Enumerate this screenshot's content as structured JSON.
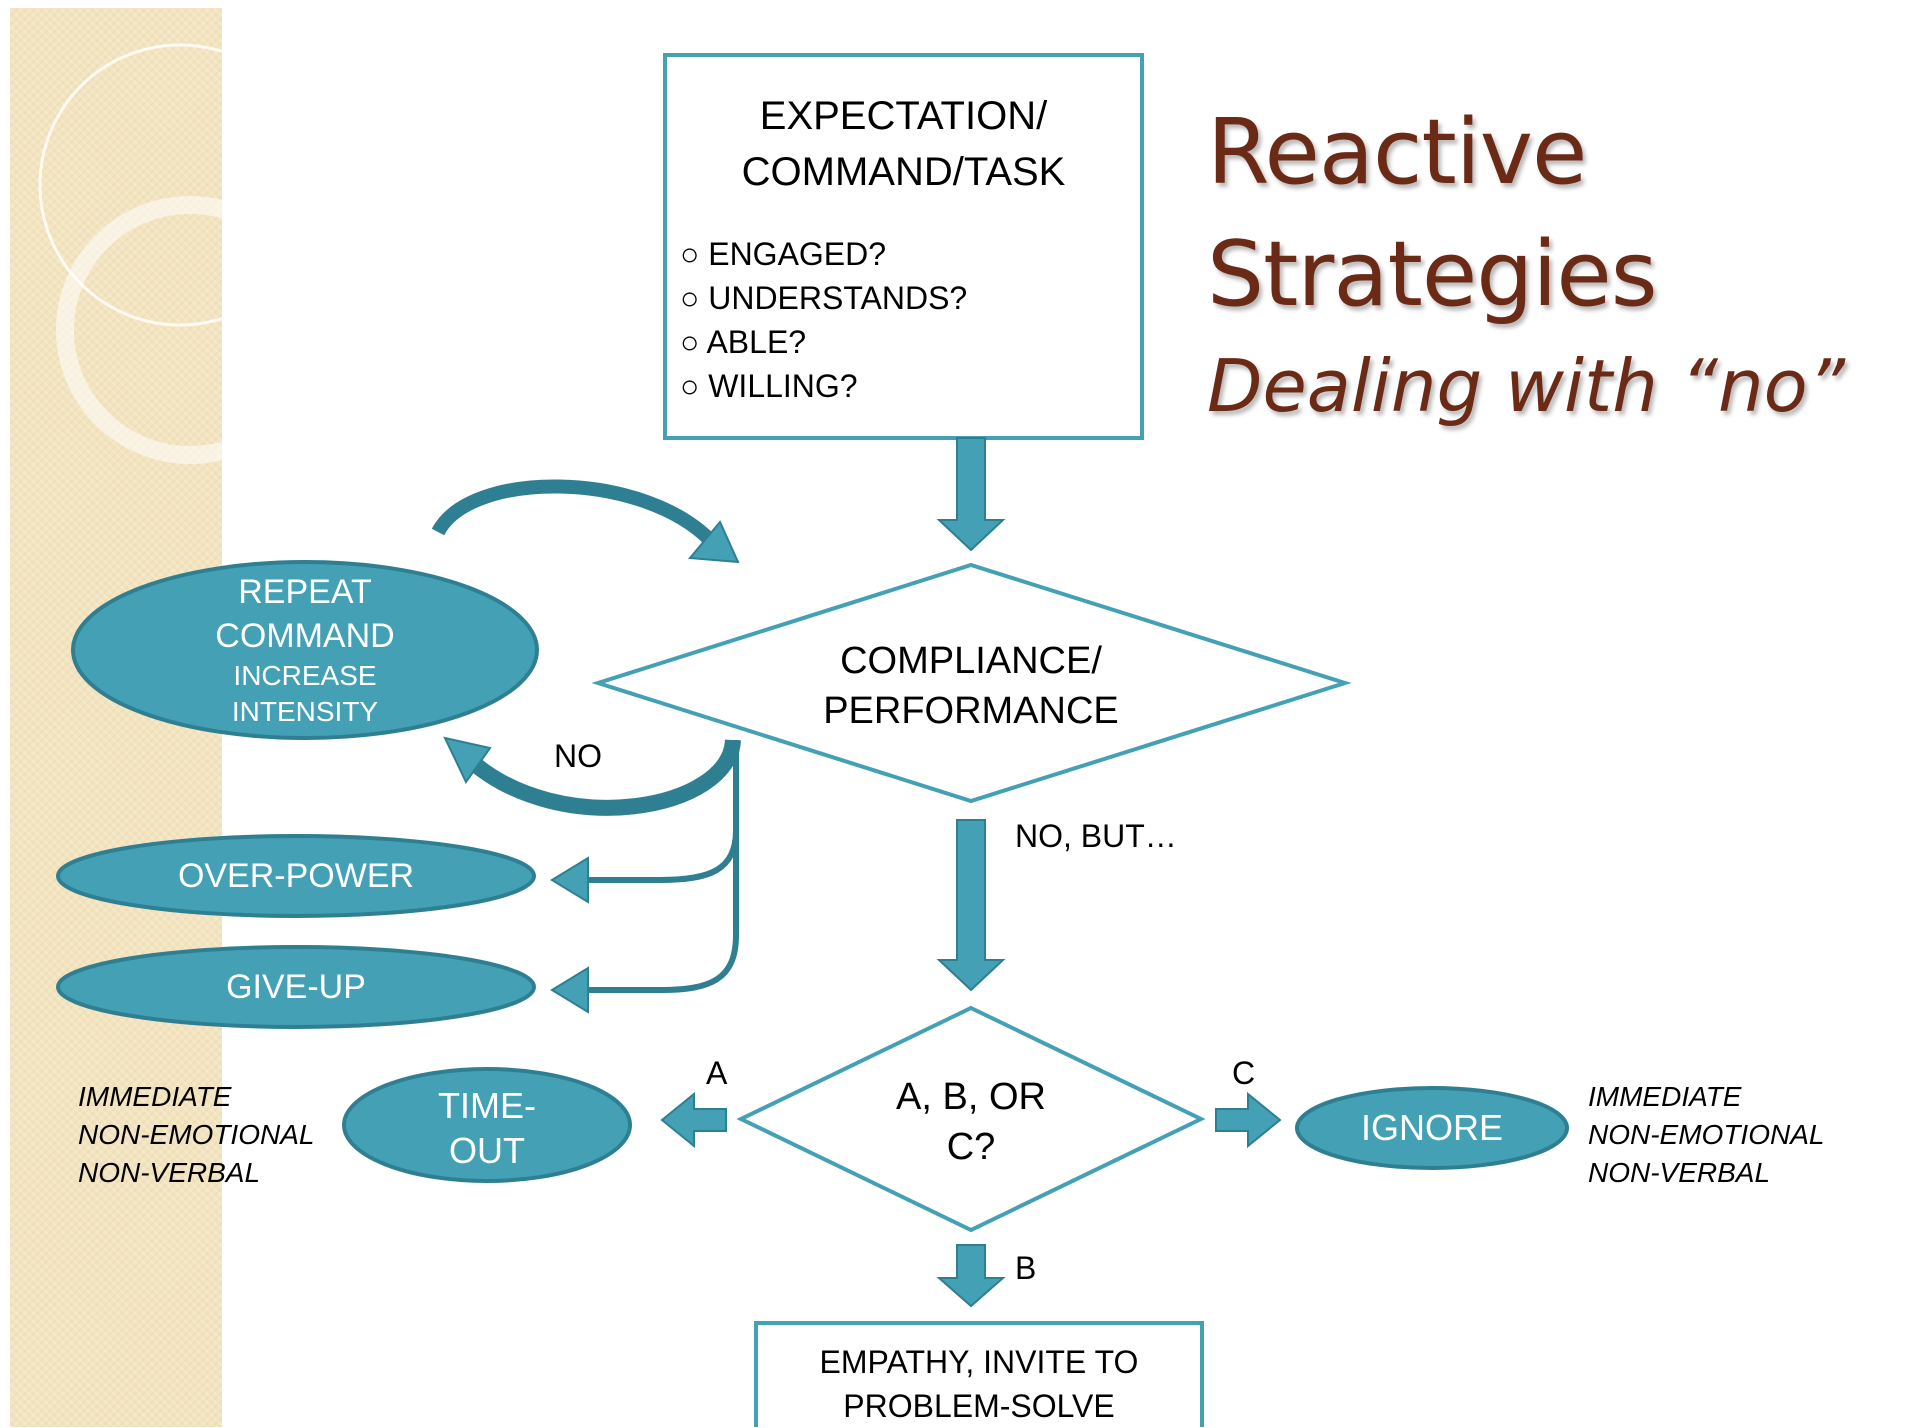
{
  "title": {
    "line1": "Reactive",
    "line2": "Strategies",
    "subtitle": "Dealing with “no”"
  },
  "top_box": {
    "heading_line1": "EXPECTATION/",
    "heading_line2": "COMMAND/TASK",
    "checklist": [
      "ENGAGED?",
      "UNDERSTANDS?",
      "ABLE?",
      "WILLING?"
    ]
  },
  "compliance_diamond": {
    "line1": "COMPLIANCE/",
    "line2": "PERFORMANCE"
  },
  "repeat_ellipse": {
    "line1": "REPEAT",
    "line2": "COMMAND",
    "line3": "INCREASE",
    "line4": "INTENSITY"
  },
  "labels": {
    "no": "NO",
    "no_but": "NO, BUT…",
    "a": "A",
    "b": "B",
    "c": "C"
  },
  "overpower_ellipse": {
    "label": "OVER-POWER"
  },
  "giveup_ellipse": {
    "label": "GIVE-UP"
  },
  "abc_diamond": {
    "line1": "A, B, OR",
    "line2": "C?"
  },
  "timeout_ellipse": {
    "line1": "TIME-",
    "line2": "OUT"
  },
  "ignore_ellipse": {
    "label": "IGNORE"
  },
  "left_note": [
    "IMMEDIATE",
    "NON-EMOTIONAL",
    "NON-VERBAL"
  ],
  "right_note": [
    "IMMEDIATE",
    "NON-EMOTIONAL",
    "NON-VERBAL"
  ],
  "bottom_box": {
    "line1": "EMPATHY, INVITE TO",
    "line2": "PROBLEM-SOLVE"
  },
  "colors": {
    "teal": "#43a0b5",
    "teal_dark": "#2f7f93",
    "title": "#6b2a16",
    "sidebar": "#f3e4c0"
  }
}
